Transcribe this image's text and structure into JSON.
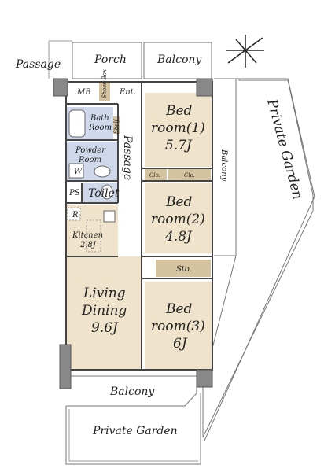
{
  "labels": {
    "passage_outside": "Passage",
    "porch": "Porch",
    "balcony_top": "Balcony",
    "mb": "MB",
    "shoes_box": "Shoes Box",
    "entrance": "Ent.",
    "bath_room_line1": "Bath",
    "bath_room_line2": "Room",
    "shelf": "Shelf",
    "passage_inner": "Passage",
    "powder_room_line1": "Powder",
    "powder_room_line2": "Room",
    "w": "W",
    "ps": "PS",
    "toilet": "Toilet",
    "r": "R",
    "kitchen_line1": "Kitchen",
    "kitchen_line2": "2.8J",
    "bed1_line1": "Bed",
    "bed1_line2": "room(1)",
    "bed1_line3": "5.7J",
    "clo_left": "Clo.",
    "clo_right": "Clo.",
    "bed2_line1": "Bed",
    "bed2_line2": "room(2)",
    "bed2_line3": "4.8J",
    "sto": "Sto.",
    "living_line1": "Living",
    "living_line2": "Dining",
    "living_line3": "9.6J",
    "bed3_line1": "Bed",
    "bed3_line2": "room(3)",
    "bed3_line3": "6J",
    "balcony_side": "Balcony",
    "private_garden_side": "Private Garden",
    "balcony_bottom": "Balcony",
    "private_garden_bottom": "Private Garden"
  },
  "colors": {
    "room_fill": "#efe4cb",
    "wet_fill": "#cfd8ea",
    "storage_fill": "#d6c4a0",
    "wall": "#444444",
    "pillar": "#888888"
  }
}
